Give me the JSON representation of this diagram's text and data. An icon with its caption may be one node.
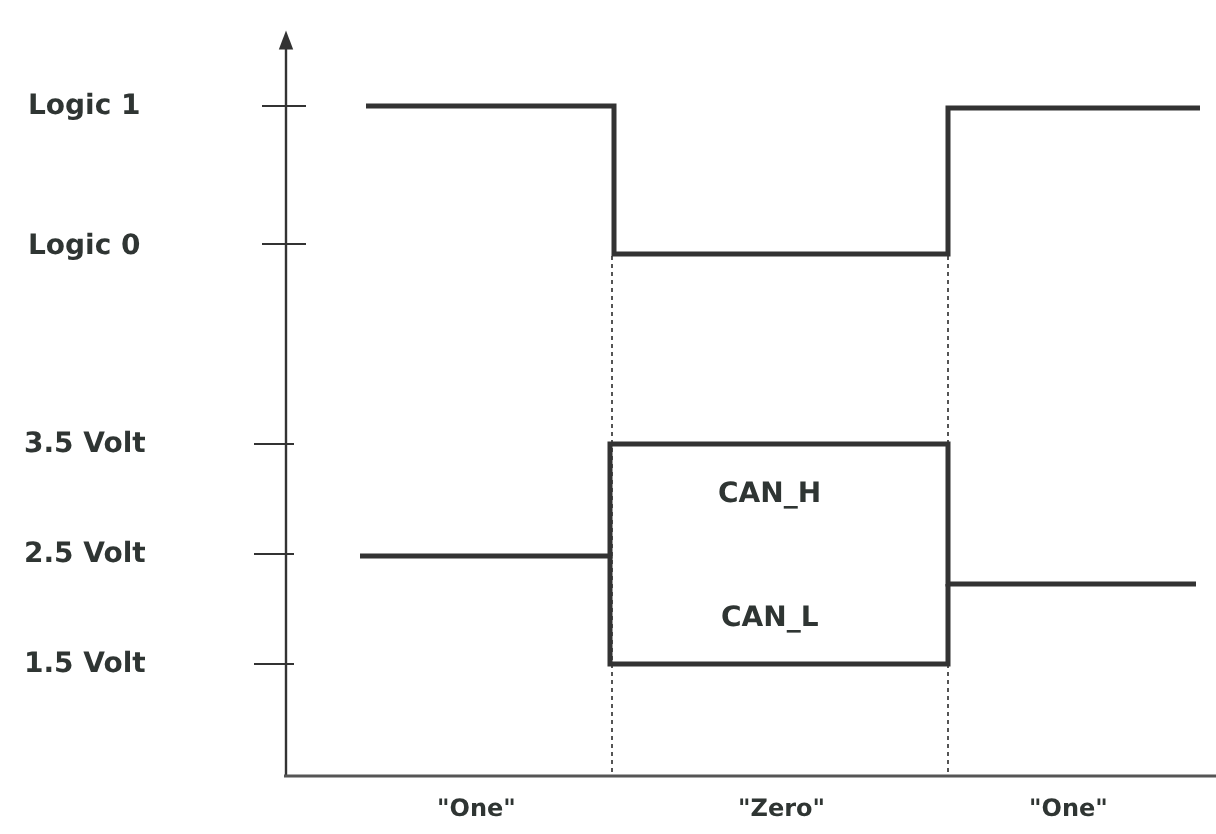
{
  "diagram": {
    "labels": [
      "Logic 1",
      "Logic 0",
      "3.5 Volt",
      "CAN_H",
      "2.5 Volt",
      "CAN_L",
      "1.5 Volt",
      "\"One\"",
      "\"Zero\"",
      "\"One\""
    ]
  }
}
